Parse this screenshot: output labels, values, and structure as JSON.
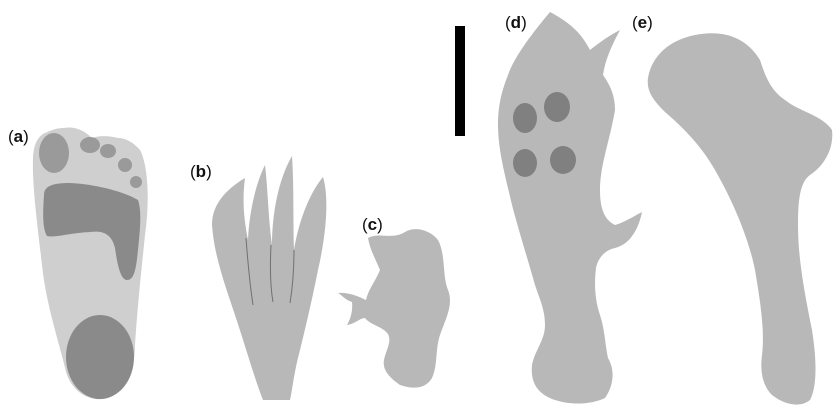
{
  "panels": {
    "a": {
      "label_open": "(",
      "label_letter": "a",
      "label_close": ")"
    },
    "b": {
      "label_open": "(",
      "label_letter": "b",
      "label_close": ")"
    },
    "c": {
      "label_open": "(",
      "label_letter": "c",
      "label_close": ")"
    },
    "d": {
      "label_open": "(",
      "label_letter": "d",
      "label_close": ")"
    },
    "e": {
      "label_open": "(",
      "label_letter": "e",
      "label_close": ")"
    }
  },
  "colors": {
    "light_gray": "#b8b8b8",
    "mid_gray": "#cfcfcf",
    "dark_gray": "#8a8a8a",
    "scale_bar": "#000000",
    "line": "#707070"
  }
}
